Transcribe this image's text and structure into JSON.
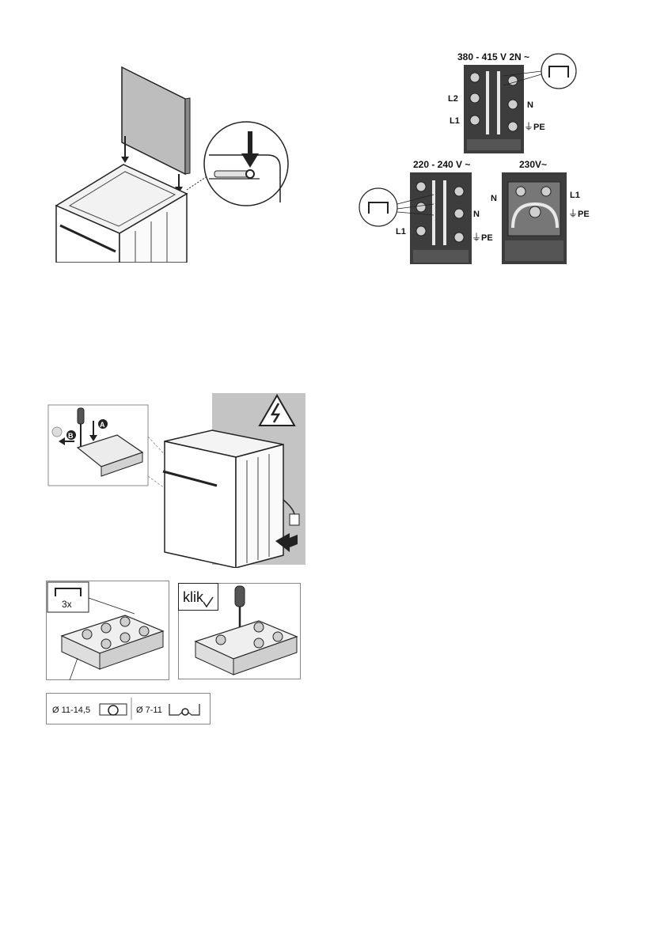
{
  "terminal_top": {
    "voltage": "380 - 415 V 2N ~",
    "l2": "L2",
    "l1": "L1",
    "n": "N",
    "pe": "PE"
  },
  "terminal_left": {
    "voltage": "220 - 240 V ~",
    "l1": "L1",
    "n": "N",
    "pe": "PE"
  },
  "terminal_right": {
    "voltage": "230V~",
    "n": "N",
    "l1": "L1",
    "pe": "PE"
  },
  "steps": {
    "callout_a": "A",
    "callout_b": "B",
    "bridge_count": "3x",
    "click_label": "klik",
    "cable_large": "Ø 11-14,5",
    "cable_small": "Ø 7-11"
  },
  "colors": {
    "terminal_dark": "#3a3a3a",
    "wall_gray": "#c4c4c4",
    "line": "#222222"
  }
}
